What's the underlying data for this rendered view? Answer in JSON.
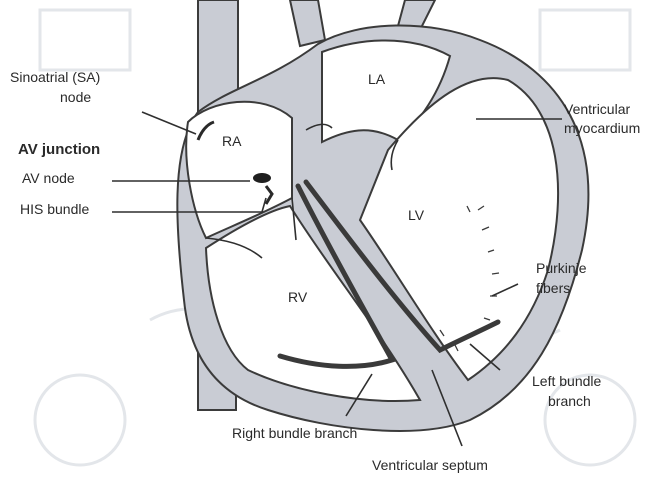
{
  "labels": {
    "sa_node": [
      "Sinoatrial (SA)",
      "node"
    ],
    "av_junction": "AV junction",
    "av_node": "AV node",
    "his_bundle": "HIS bundle",
    "ra": "RA",
    "la": "LA",
    "lv": "LV",
    "rv": "RV",
    "ventricular_myocardium": [
      "Ventricular",
      "myocardium"
    ],
    "purkinje_fibers": [
      "Purkinje",
      "fibers"
    ],
    "left_bundle_branch": [
      "Left bundle",
      "branch"
    ],
    "right_bundle_branch": "Right bundle branch",
    "ventricular_septum": "Ventricular septum"
  }
}
